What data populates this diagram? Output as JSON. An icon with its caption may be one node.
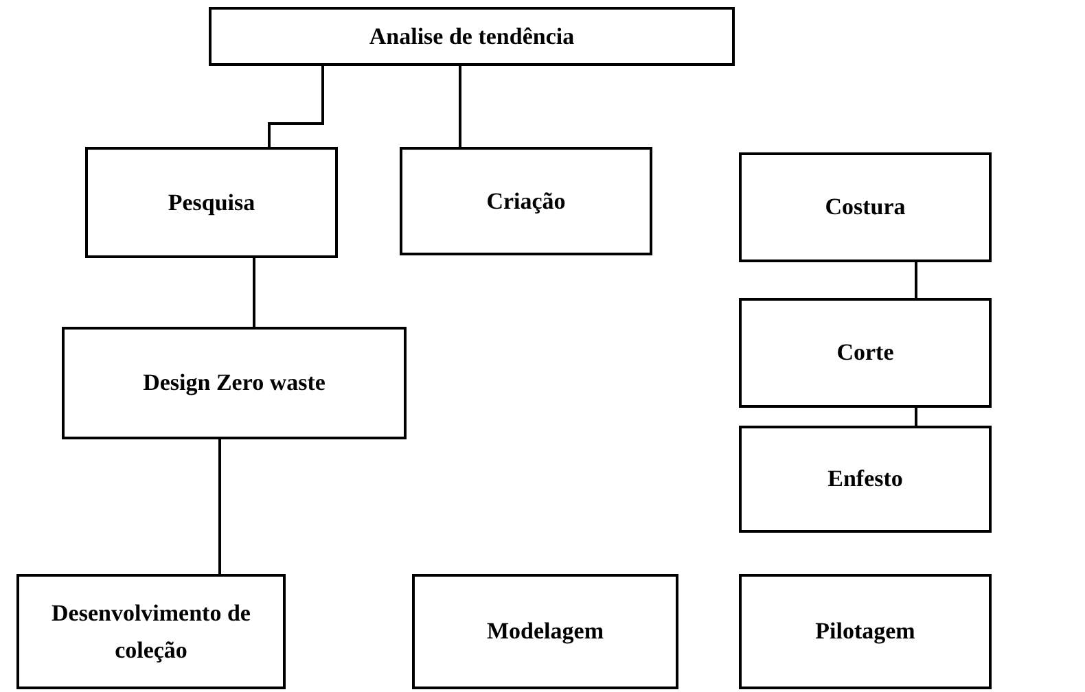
{
  "diagram": {
    "nodes": [
      {
        "text": [
          "Analise de tendência"
        ]
      },
      {
        "text": [
          "Pesquisa"
        ]
      },
      {
        "text": [
          "Criação"
        ]
      },
      {
        "text": [
          "Costura"
        ]
      },
      {
        "text": [
          "Design Zero waste"
        ]
      },
      {
        "text": [
          "Corte"
        ]
      },
      {
        "text": [
          "Enfesto"
        ]
      },
      {
        "text": [
          "Desenvolvimento de coleção"
        ]
      },
      {
        "text": [
          "Modelagem"
        ]
      },
      {
        "text": [
          "Pilotagem"
        ]
      }
    ],
    "edges": [
      {
        "from": 0,
        "to": 1,
        "arrow": "none"
      },
      {
        "from": 0,
        "to": 2,
        "arrow": "none"
      },
      {
        "from": 1,
        "to": 4,
        "arrow": "none"
      },
      {
        "from": 4,
        "to": 7,
        "arrow": "none"
      },
      {
        "from": 3,
        "to": 5,
        "arrow": "none"
      },
      {
        "from": 5,
        "to": 6,
        "arrow": "none"
      }
    ]
  }
}
